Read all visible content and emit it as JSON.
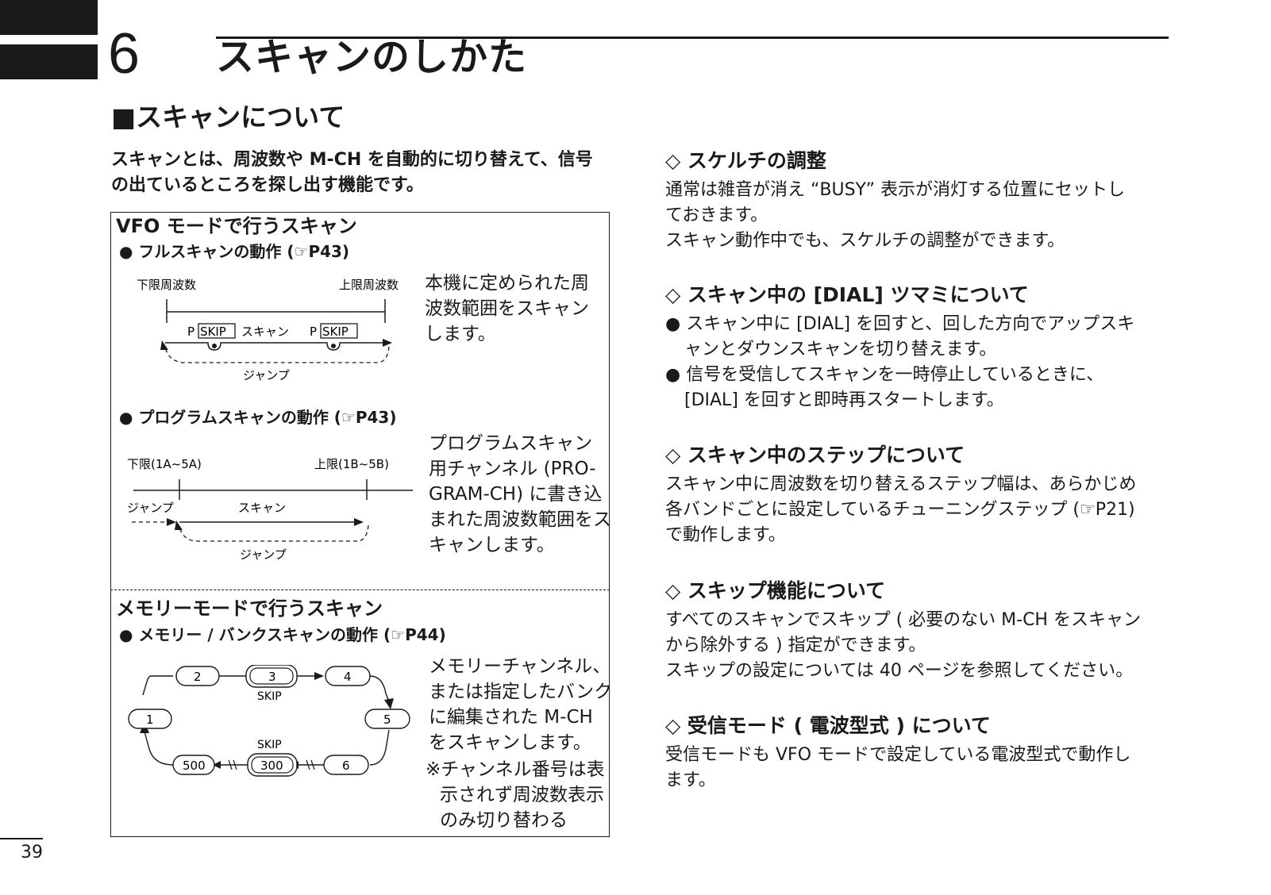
{
  "chapter": {
    "number": "6",
    "title": "スキャンのしかた"
  },
  "section_title": "■スキャンについて",
  "intro": [
    "スキャンとは、周波数や M-CH を自動的に切り替えて、信号",
    "の出ているところを探し出す機能です。"
  ],
  "vfo": {
    "title": "VFO モードで行うスキャン",
    "full": {
      "bullet": "●  フルスキャンの動作 (☞P43)",
      "lower_label": "下限周波数",
      "upper_label": "上限周波数",
      "p_label": "P",
      "skip_label": "SKIP",
      "scan_label": "スキャン",
      "jump_label": "ジャンプ",
      "desc": [
        " 本機に定められた周",
        "波数範囲をスキャン",
        "します。"
      ]
    },
    "program": {
      "bullet": "●  プログラムスキャンの動作 (☞P43)",
      "lower_label": "下限(1A~5A)",
      "upper_label": "上限(1B~5B)",
      "jump_label": "ジャンプ",
      "scan_label": "スキャン",
      "desc": [
        "プログラムスキャン",
        "用チャンネル (PRO-",
        "GRAM-CH) に書き込",
        "まれた周波数範囲をス",
        "キャンします。"
      ]
    }
  },
  "memory": {
    "title": "メモリーモードで行うスキャン",
    "bullet": "●  メモリー / バンクスキャンの動作 (☞P44)",
    "channels": [
      "1",
      "2",
      "3",
      "4",
      "5",
      "6",
      "300",
      "500"
    ],
    "skip_label": "SKIP",
    "desc": [
      "メモリーチャンネル、",
      "または指定したバンク",
      "に編集された M-CH",
      "をスキャンします。"
    ],
    "note": [
      "※チャンネル番号は表",
      "示されず周波数表示",
      "のみ切り替わる"
    ]
  },
  "right": {
    "squelch": {
      "head": "◇ スケルチの調整",
      "lines": [
        "通常は雑音が消え “BUSY” 表示が消灯する位置にセットし",
        "ておきます。",
        "スキャン動作中でも、スケルチの調整ができます。"
      ]
    },
    "dial": {
      "head": "◇ スキャン中の [DIAL] ツマミについて",
      "lines": [
        "● スキャン中に [DIAL] を回すと、回した方向でアップスキ",
        "ャンとダウンスキャンを切り替えます。",
        "● 信号を受信してスキャンを一時停止しているときに、",
        "[DIAL] を回すと即時再スタートします。"
      ]
    },
    "step": {
      "head": "◇ スキャン中のステップについて",
      "lines": [
        "スキャン中に周波数を切り替えるステップ幅は、あらかじめ",
        "各バンドごとに設定しているチューニングステップ (☞P21)",
        "で動作します。"
      ]
    },
    "skip": {
      "head": "◇ スキップ機能について",
      "lines": [
        "すべてのスキャンでスキップ ( 必要のない M-CH をスキャン",
        "から除外する ) 指定ができます。",
        "スキップの設定については 40 ページを参照してください。"
      ]
    },
    "mode": {
      "head": "◇ 受信モード ( 電波型式 ) について",
      "lines": [
        "受信モードも VFO モードで設定している電波型式で動作し",
        "ます。"
      ]
    }
  },
  "page_number": "39"
}
